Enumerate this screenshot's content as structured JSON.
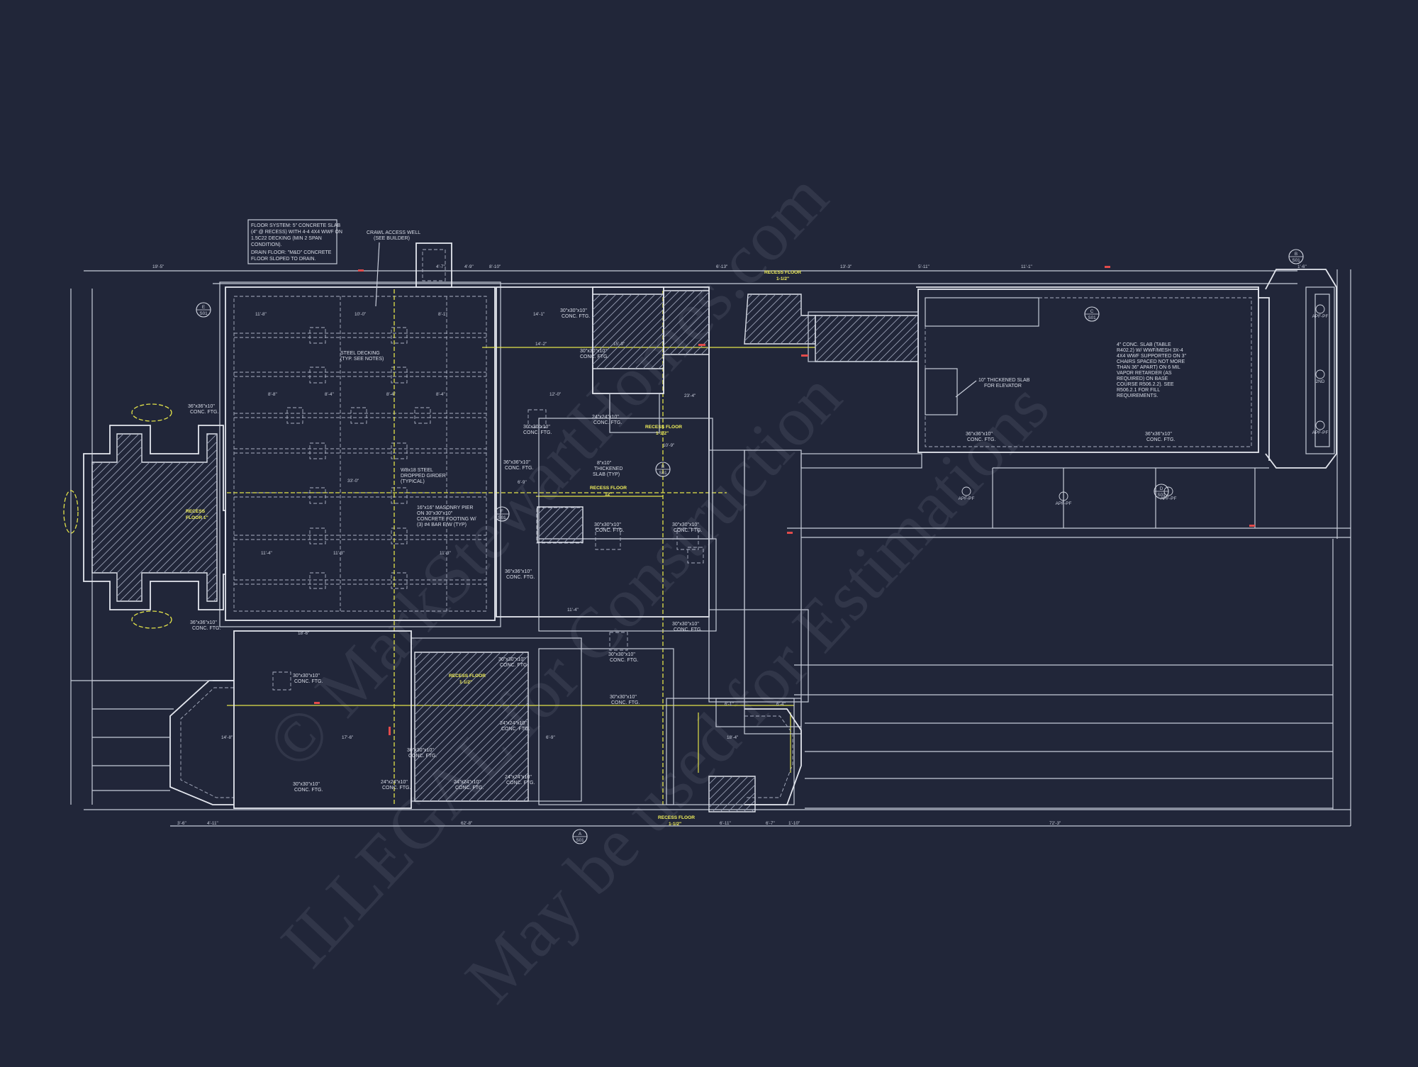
{
  "plan": {
    "notes": {
      "floor_system": [
        "FLOOR SYSTEM: 5\" CONCRETE SLAB",
        "(4\" @ RECESS) WITH 4-4 4X4 WWF ON",
        "1.5C22 DECKING (MIN 2 SPAN",
        "CONDITION).",
        "DRAIN FLOOR: \"M&D\" CONCRETE",
        "FLOOR SLOPED TO DRAIN."
      ],
      "crawl_access": [
        "CRAWL ACCESS WELL",
        "(SEE BUILDER)"
      ],
      "steel_decking": [
        "STEEL DECKING",
        "(TYP. SEE NOTES)"
      ],
      "steel_girder": [
        "W8x18 STEEL",
        "DROPPED GIRDER",
        "(TYPICAL)"
      ],
      "masonry_pier": [
        "16\"x16\" MASONRY PIER",
        "ON 30\"x30\"x10\"",
        "CONCRETE FOOTING W/",
        "(3) #4 BAR E/W (TYP)"
      ],
      "thickened_slab": [
        "8\"x10\"",
        "THICKENED",
        "SLAB (TYP)"
      ],
      "elevator_slab": [
        "10\" THICKENED SLAB",
        "FOR ELEVATOR"
      ],
      "garage_slab": [
        "4\" CONC. SLAB (TABLE",
        "R402.2) W/ WWF/MESH 3X-4",
        "4X4 WWF SUPPORTED ON 3\"",
        "CHAIRS SPACED NOT MORE",
        "THAN 36\" APART) ON 6 MIL",
        "VAPOR RETARDER (AS",
        "REQUIRED) ON BASE",
        "COURSE R506.2.2). SEE",
        "R506.2.1 FOR FILL",
        "REQUIREMENTS."
      ]
    },
    "footings": {
      "f36": [
        "36\"x36\"x10\"",
        "CONC. FTG."
      ],
      "f30": [
        "30\"x30\"x10\"",
        "CONC. FTG."
      ],
      "f24": [
        "24\"x24\"x10\"",
        "CONC. FTG."
      ]
    },
    "recess": {
      "r1": [
        "RECESS FLOOR",
        "1-1/2\""
      ],
      "r2": [
        "RECESS",
        "FLOOR 1\""
      ],
      "r3": [
        "RECESS FLOOR",
        "12\""
      ],
      "r4": [
        "RECESS FLOOR",
        "1-1/2\""
      ],
      "r5": [
        "RECESS FLOOR",
        "1-1/2\""
      ],
      "r6": [
        "RECESS FLOOR",
        "1-1/2\""
      ]
    },
    "section_tags": [
      "S01",
      "S01",
      "S01",
      "S01",
      "S01",
      "S01",
      "S01"
    ],
    "section_letters": [
      "E",
      "B",
      "C",
      "F",
      "A",
      "B",
      "D"
    ],
    "dims_top": [
      "19'-5\"",
      "4'-7\"",
      "4'-9\"",
      "8'-10\"",
      "6'-13\"",
      "13'-3\"",
      "5'-11\"",
      "11'-1\"",
      "1'-6\""
    ],
    "dims_bottom": [
      "3'-6\"",
      "4'-11\"",
      "62'-8\"",
      "6'-11\"",
      "6'-7\"",
      "1'-10\"",
      "72'-3\""
    ],
    "dims_interior": [
      "11'-8\"",
      "10'-0\"",
      "8'-1\"",
      "14'-1\"",
      "8'-8\"",
      "8'-4\"",
      "8'-4\"",
      "8'-4\"",
      "33'-0\"",
      "12'-0\"",
      "23'-4\"",
      "14'-2\"",
      "15'-9\"",
      "6'-9\"",
      "10'-9\"",
      "11'-4\"",
      "11'-3\"",
      "11'-3\"",
      "18'-6\"",
      "14'-8\"",
      "17'-6\"",
      "6'-9\"",
      "11'-4\"",
      "18'-4\"",
      "6'-1\"",
      "6'-4\""
    ],
    "apf_tags": [
      "APF-PF",
      "APF-PF",
      "APF-PF",
      "APF-PF",
      "APF-PF",
      "2ND"
    ],
    "watermark": [
      "© MarkStewartHomes.com",
      "ILLEGAL for Construction",
      "May be used for Estimations"
    ]
  }
}
